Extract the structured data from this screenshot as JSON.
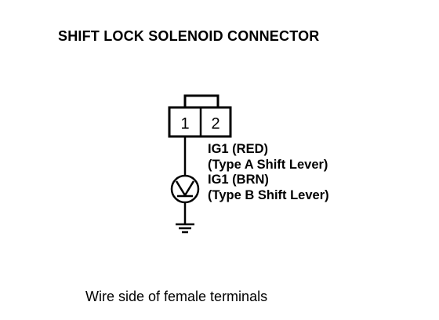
{
  "title": "SHIFT LOCK SOLENOID CONNECTOR",
  "connector": {
    "terminal_1": "1",
    "terminal_2": "2"
  },
  "labels": {
    "line1": "IG1 (RED)",
    "line2": "(Type A Shift Lever)",
    "line3": "IG1 (BRN)",
    "line4": "(Type B Shift Lever)"
  },
  "caption": "Wire side of female terminals",
  "icons": {
    "solenoid": "solenoid-icon",
    "ground": "ground-icon"
  }
}
